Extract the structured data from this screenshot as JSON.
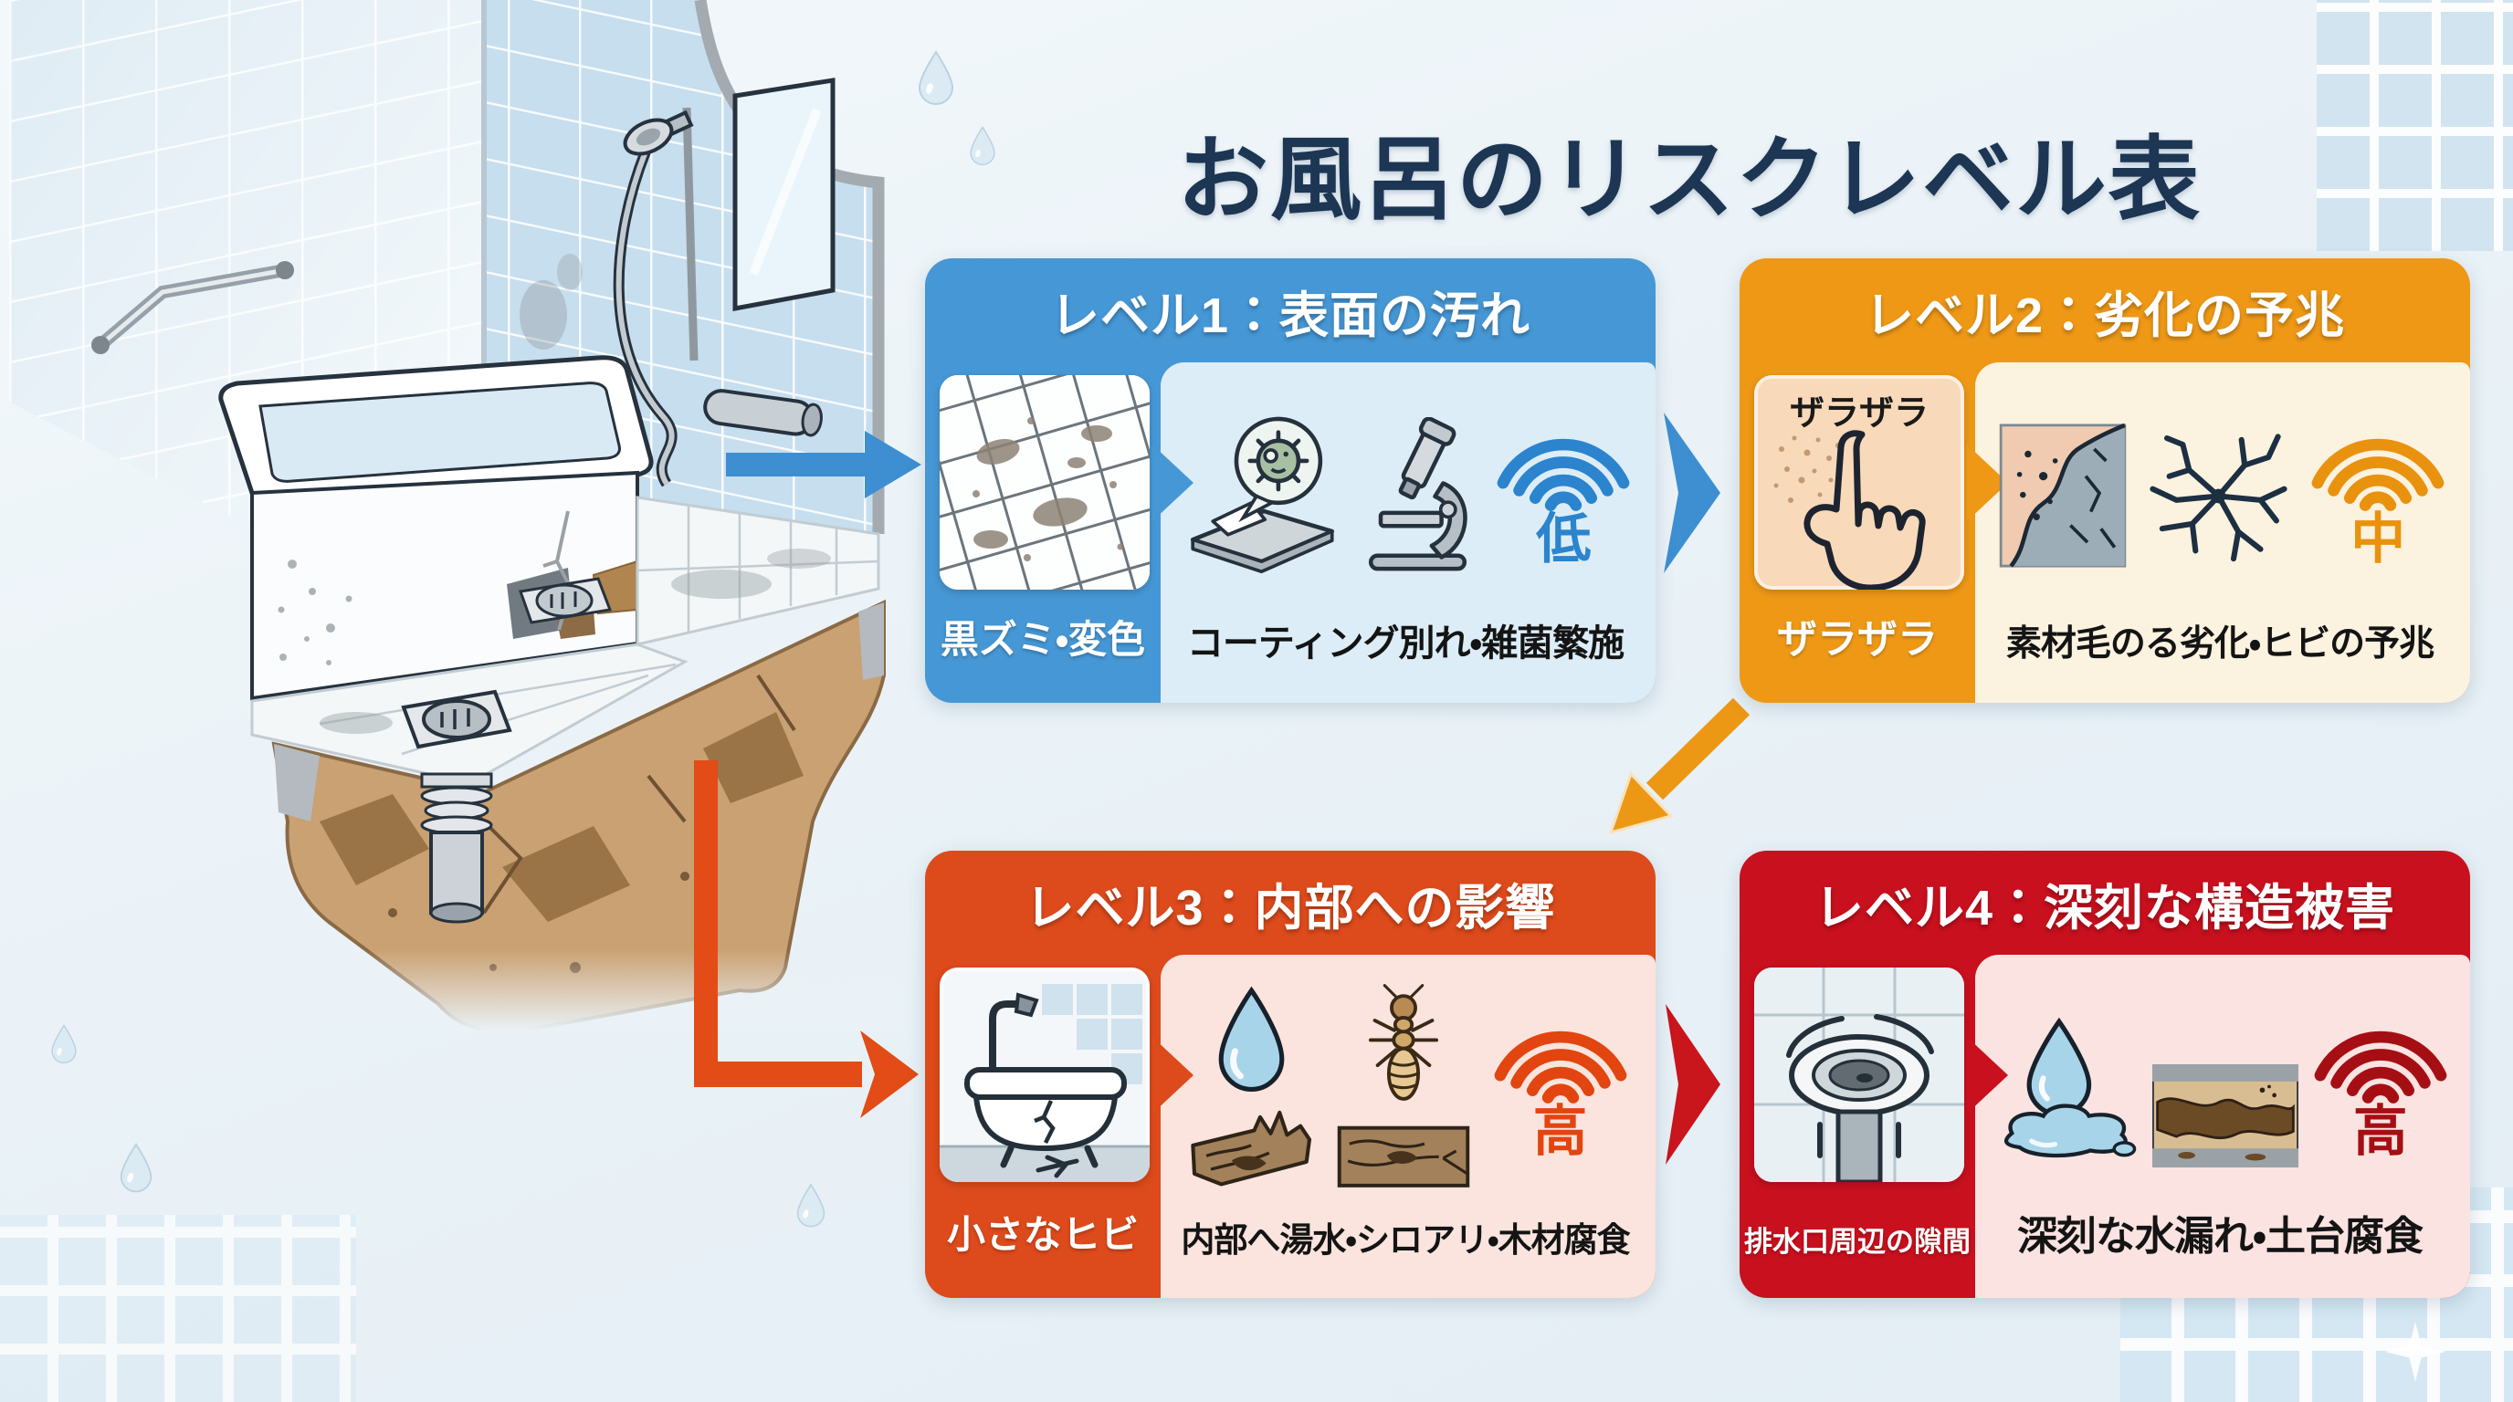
{
  "title": {
    "text": "お風呂のリスクレベル表",
    "color": "#1c3654"
  },
  "panels": [
    {
      "header": "レベル1：表面の汚れ",
      "left_label": "黒ズミ・変色",
      "right_label": "コーティング別れ・雑菌繁施",
      "risk_label": "低",
      "colors": {
        "header": "#4697d5",
        "body": "#dcedf7",
        "signal": "#2b84cd",
        "card_bg": "#fdfefe"
      }
    },
    {
      "header": "レベル2：劣化の予兆",
      "card_caption": "ザラザラ",
      "left_label": "ザラザラ",
      "right_label": "素材毛のる劣化・ヒビの予兆",
      "risk_label": "中",
      "colors": {
        "header": "#ee9816",
        "body": "#fbf2df",
        "signal": "#e8920e",
        "card_bg": "#f8d9b9"
      }
    },
    {
      "header": "レベル3：内部への影響",
      "left_label": "小さなヒビ",
      "right_label": "内部へ湯水・シロアリ・木材腐食",
      "risk_label": "高",
      "colors": {
        "header": "#dd4a1b",
        "body": "#fae4dd",
        "signal": "#e2450f",
        "card_bg": "#f4f7f9"
      }
    },
    {
      "header": "レベル4：深刻な構造被害",
      "left_label": "排水口周辺の隙間",
      "right_label": "深刻な水漏れ・土台腐食",
      "risk_label": "高",
      "colors": {
        "header": "#c8101e",
        "body": "#fae3e1",
        "signal": "#a50f14",
        "card_bg": "#e9f0f3"
      }
    }
  ]
}
